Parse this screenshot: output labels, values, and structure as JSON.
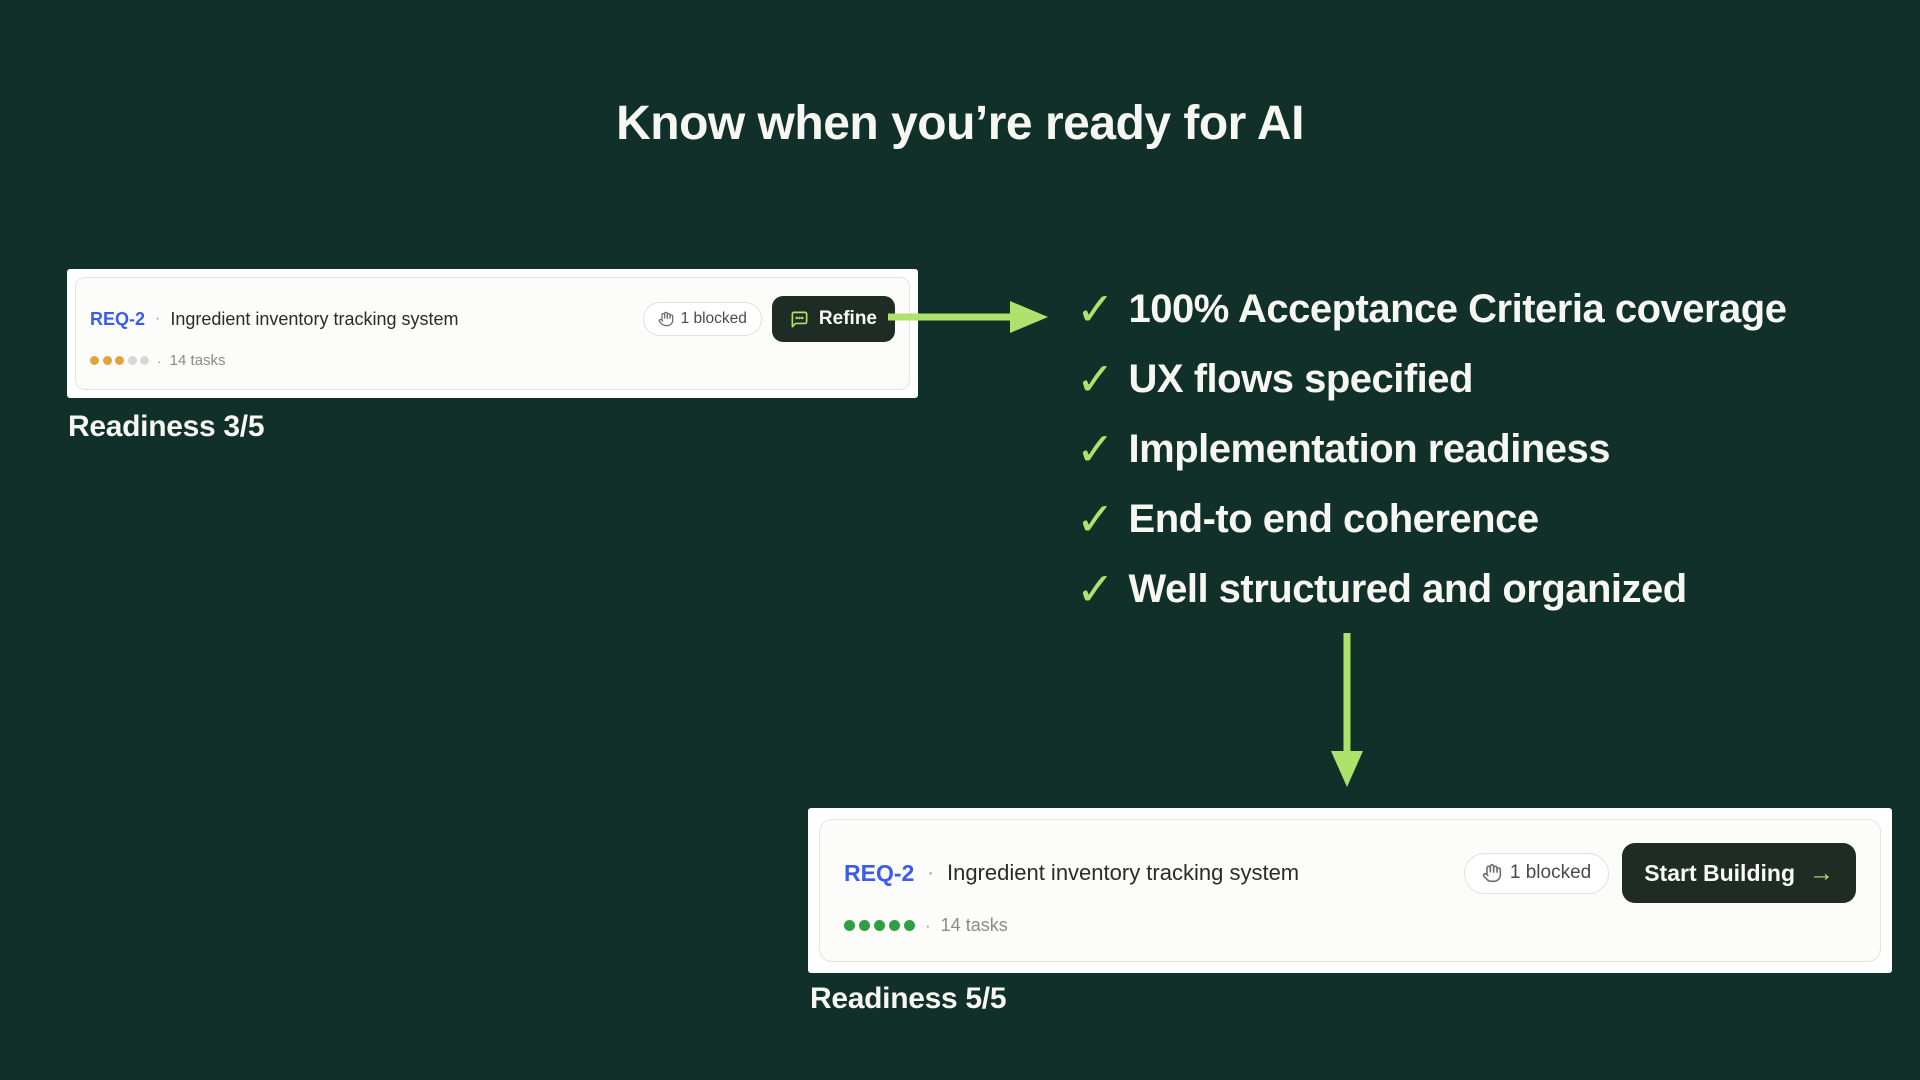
{
  "title": "Know when you’re ready for AI",
  "checklist": {
    "check_glyph": "✓",
    "items": [
      "100% Acceptance Criteria coverage",
      "UX flows specified",
      "Implementation readiness",
      "End-to end coherence",
      "Well structured and organized"
    ]
  },
  "card_refine": {
    "req_id": "REQ-2",
    "separator": "·",
    "req_title": "Ingredient inventory tracking system",
    "blocked_label": "1 blocked",
    "action_label": "Refine",
    "tasks_label": "14 tasks",
    "readiness_label": "Readiness 3/5",
    "dots_filled": 3,
    "dots_total": 5,
    "dot_filled_color": "#E2A33C",
    "dot_empty_color": "#D8D8D5"
  },
  "card_build": {
    "req_id": "REQ-2",
    "separator": "·",
    "req_title": "Ingredient inventory tracking system",
    "blocked_label": "1 blocked",
    "action_label": "Start Building",
    "action_arrow": "→",
    "tasks_label": "14 tasks",
    "readiness_label": "Readiness 5/5",
    "dots_filled": 5,
    "dots_total": 5,
    "dot_filled_color": "#2F9E44",
    "dot_empty_color": "#D8D8D5"
  },
  "colors": {
    "background": "#11302A",
    "accent_lime": "#AEE26C",
    "button_bg": "#1E2C25",
    "req_blue": "#3B5BF0",
    "card_bg": "#FCFCFA",
    "card_border": "#E3E3E0",
    "text_dark": "#2B2B2B",
    "text_gray": "#8B8B88",
    "badge_border": "#E1E1DE",
    "badge_text": "#4A4A4A",
    "white_text": "#F7F7F2"
  }
}
